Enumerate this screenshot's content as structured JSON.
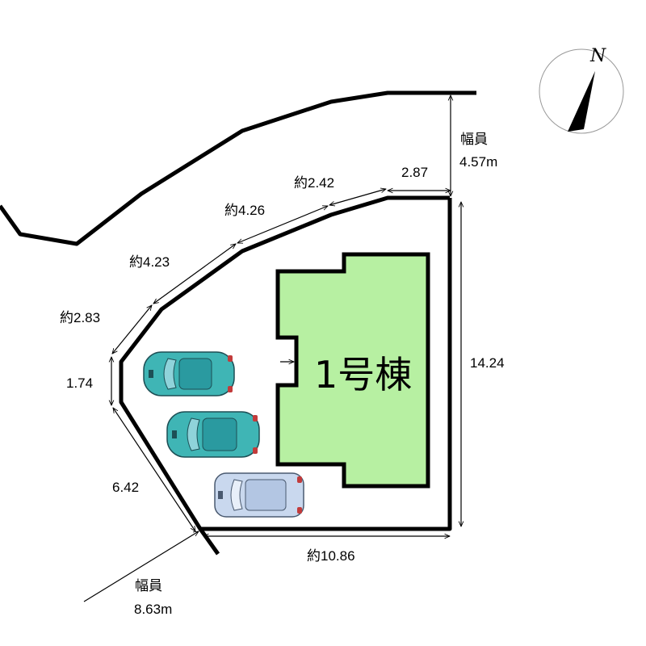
{
  "building": {
    "label": "1号棟",
    "fill_color": "#b7f0a2"
  },
  "compass": {
    "label": "N"
  },
  "roads": {
    "north_road": {
      "label": "幅員",
      "width": "4.57m"
    },
    "southwest_road": {
      "label": "幅員",
      "width": "8.63m"
    }
  },
  "dimensions": {
    "top_right": "2.87",
    "top_1": "約2.42",
    "top_2": "約4.26",
    "top_3": "約4.23",
    "top_4": "約2.83",
    "left": "1.74",
    "lower_left": "6.42",
    "bottom": "約10.86",
    "right": "14.24"
  },
  "cars": [
    {
      "color": "#3fb5b5"
    },
    {
      "color": "#3fb5b5"
    },
    {
      "color": "#c9d8ee"
    }
  ],
  "colors": {
    "lot_outline": "#000000",
    "building_outline": "#000000",
    "car_teal": "#3fb5b5",
    "car_silver": "#c9d8ee"
  }
}
